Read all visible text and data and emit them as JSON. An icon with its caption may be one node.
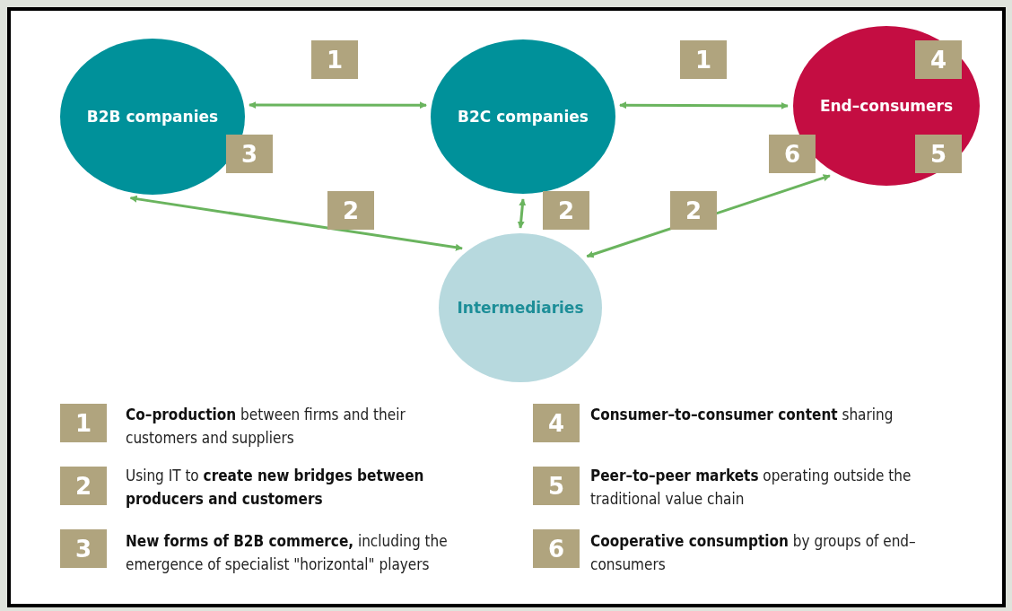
{
  "diagram": {
    "nodes": [
      {
        "text": [
          "B2B companies"
        ]
      },
      {
        "text": [
          "B2C companies"
        ]
      },
      {
        "text": [
          "End–consumers"
        ]
      },
      {
        "text": [
          "Intermediaries"
        ]
      }
    ],
    "edges": [
      {
        "from": 0,
        "to": 1,
        "arrow": "both"
      },
      {
        "from": 1,
        "to": 2,
        "arrow": "both"
      },
      {
        "from": 0,
        "to": 3,
        "arrow": "both"
      },
      {
        "from": 1,
        "to": 3,
        "arrow": "both"
      },
      {
        "from": 2,
        "to": 3,
        "arrow": "both"
      }
    ],
    "labels": [
      "1",
      "1",
      "4",
      "3",
      "6",
      "5",
      "2",
      "2",
      "2",
      "1",
      "**Co–production** between firms and their customers and suppliers",
      "4",
      "**Consumer–to–consumer content** sharing",
      "2",
      "Using IT to **create new bridges between producers and customers**",
      "5",
      "**Peer–to–peer markets** operating outside the traditional value chain",
      "3",
      "**New forms of B2B commerce,** including the emergence of specialist \"horizontal\" players",
      "6",
      "**Cooperative consumption** by groups of end–consumers"
    ]
  }
}
